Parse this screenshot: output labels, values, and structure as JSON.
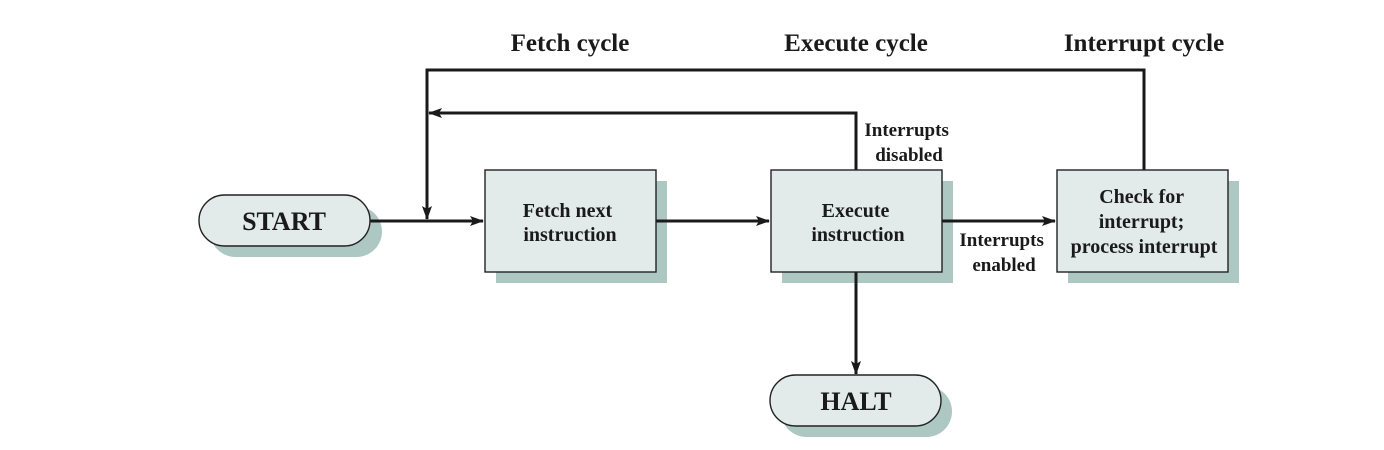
{
  "headings": {
    "fetch": "Fetch cycle",
    "execute": "Execute cycle",
    "interrupt": "Interrupt cycle"
  },
  "terminals": {
    "start": "START",
    "halt": "HALT"
  },
  "boxes": {
    "fetch": [
      "Fetch next",
      "instruction"
    ],
    "execute": [
      "Execute",
      "instruction"
    ],
    "interrupt": [
      "Check for",
      "interrupt;",
      "process interrupt"
    ]
  },
  "edge_labels": {
    "interrupts_disabled": [
      "Interrupts",
      "disabled"
    ],
    "interrupts_enabled": [
      "Interrupts",
      "enabled"
    ]
  },
  "colors": {
    "box_fill": "#e2ebe9",
    "shadow": "#adc7c3",
    "line": "#1a1a1a"
  }
}
